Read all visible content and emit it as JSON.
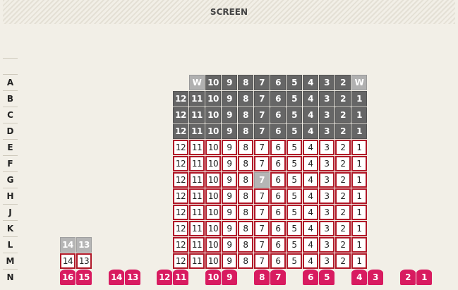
{
  "screen_label": "SCREEN",
  "rows": [
    "A",
    "B",
    "C",
    "D",
    "E",
    "F",
    "G",
    "H",
    "J",
    "K",
    "L",
    "M",
    "N"
  ],
  "main_numbers": [
    "12",
    "11",
    "10",
    "9",
    "8",
    "7",
    "6",
    "5",
    "4",
    "3",
    "2",
    "1"
  ],
  "row_a": [
    "W",
    "10",
    "9",
    "8",
    "7",
    "6",
    "5",
    "4",
    "3",
    "2",
    "W"
  ],
  "left_numbers": [
    "14",
    "13"
  ],
  "n_seats": [
    "16",
    "15",
    "14",
    "13",
    "12",
    "11",
    "10",
    "9",
    "8",
    "7",
    "6",
    "5",
    "4",
    "3",
    "2",
    "1"
  ],
  "seat_colors": {
    "sold": "#666666",
    "selected_border": "#b01828",
    "wheelchair": "#b0b0b0",
    "pair": "#d81b60"
  }
}
